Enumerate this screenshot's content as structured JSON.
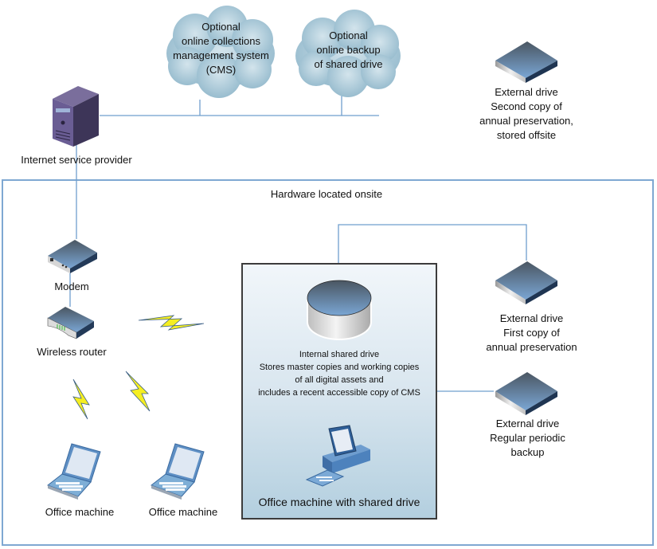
{
  "diagram": {
    "colors": {
      "connector": "#6f9fce",
      "onsite_border": "#7fa8d2",
      "shared_border": "#3c3c3c",
      "cloud": "#a7c6d6",
      "drive_top": "#6a96c2",
      "lightning": "#f5ee22"
    },
    "clouds": [
      {
        "id": "cms",
        "lines": [
          "Optional",
          "online collections",
          "management system",
          "(CMS)"
        ]
      },
      {
        "id": "backup",
        "lines": [
          "Optional",
          "online backup",
          "of shared drive"
        ]
      }
    ],
    "isp": {
      "label": "Internet service provider"
    },
    "offsite_drive": {
      "lines": [
        "External drive",
        "Second copy of",
        "annual preservation,",
        "stored offsite"
      ]
    },
    "onsite": {
      "title": "Hardware located onsite",
      "modem": {
        "label": "Modem"
      },
      "router": {
        "label": "Wireless router"
      },
      "laptops": [
        {
          "label": "Office machine"
        },
        {
          "label": "Office machine"
        }
      ],
      "shared_box": {
        "drive_lines": [
          "Internal shared drive",
          "Stores master copies  and working copies",
          "of all digital assets and",
          "includes a recent accessible copy of CMS"
        ],
        "machine_label": "Office  machine with shared drive"
      },
      "drive_first": {
        "lines": [
          "External  drive",
          "First copy of",
          "annual preservation"
        ]
      },
      "drive_periodic": {
        "lines": [
          "External  drive",
          "Regular periodic",
          "backup"
        ]
      }
    }
  }
}
